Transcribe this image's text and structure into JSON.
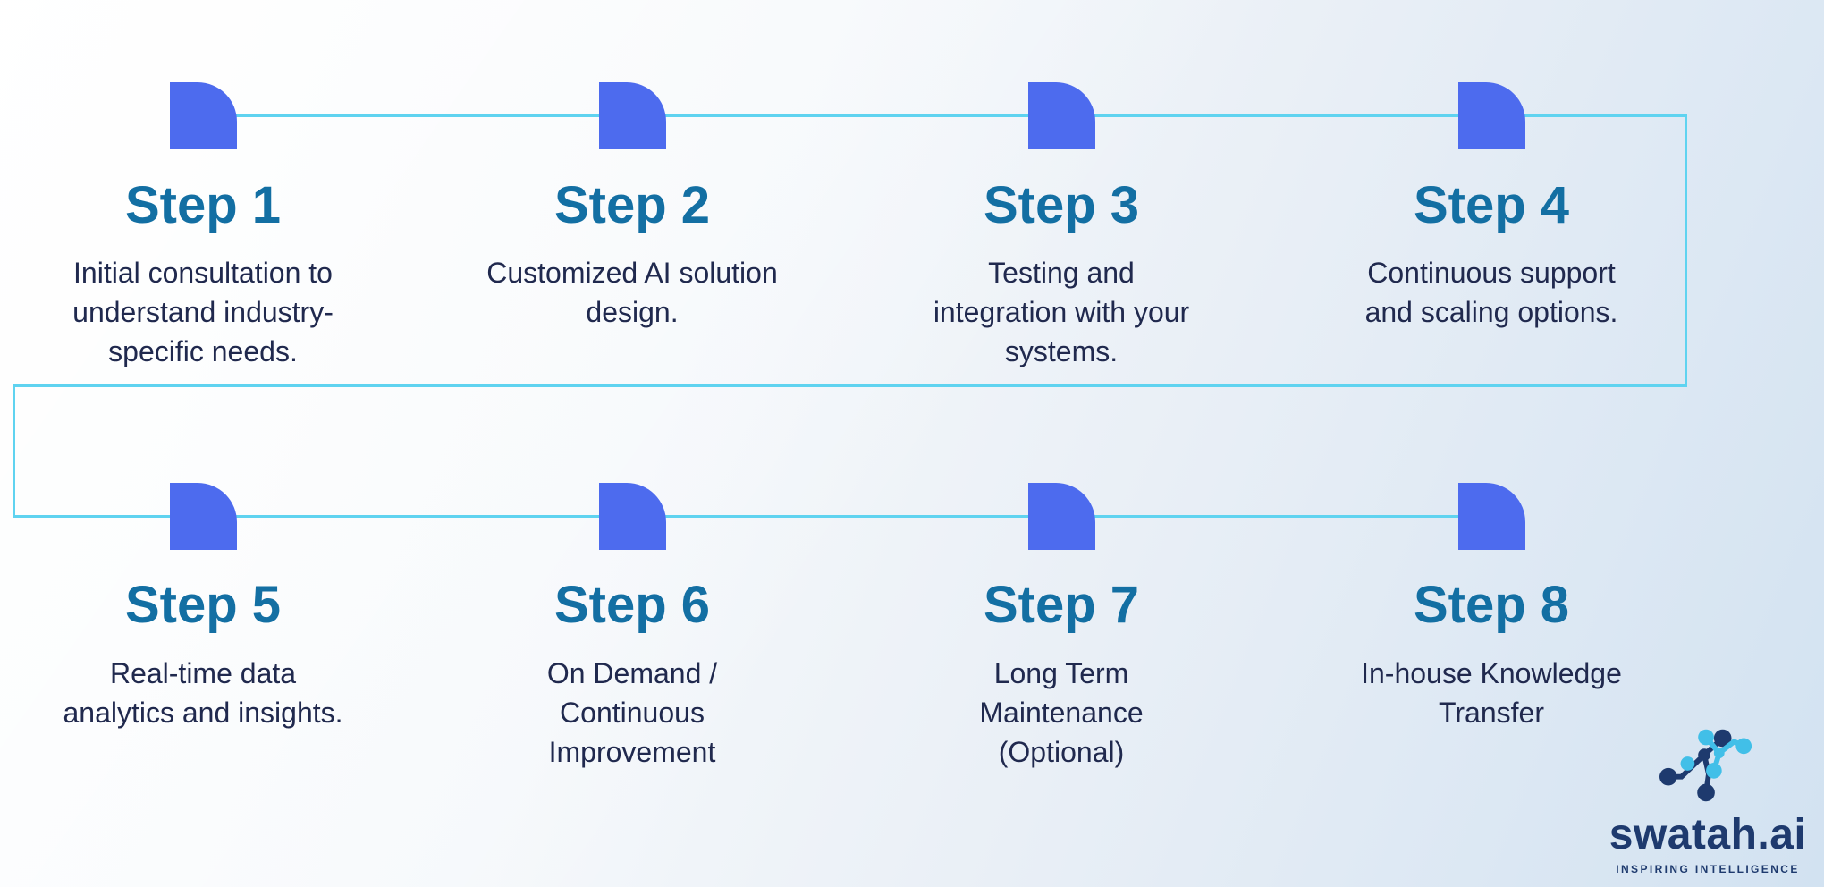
{
  "colors": {
    "icon_blue": "#4d6bee",
    "connector_cyan": "#5fd3f0",
    "step_title_blue": "#136fa3",
    "body_text_navy": "#20294e",
    "logo_navy": "#1e3a6e",
    "logo_light_blue": "#41bfe8",
    "background_tint": "#d2e2f1"
  },
  "steps": [
    {
      "title": "Step 1",
      "description": "Initial consultation to\nunderstand industry-\nspecific needs."
    },
    {
      "title": "Step 2",
      "description": "Customized AI solution\ndesign."
    },
    {
      "title": "Step 3",
      "description": "Testing and\nintegration with your\nsystems."
    },
    {
      "title": "Step 4",
      "description": "Continuous support\nand scaling options."
    },
    {
      "title": "Step 5",
      "description": "Real-time data\nanalytics and insights."
    },
    {
      "title": "Step 6",
      "description": "On Demand /\nContinuous\nImprovement"
    },
    {
      "title": "Step 7",
      "description": "Long Term\nMaintenance\n(Optional)"
    },
    {
      "title": "Step 8",
      "description": "In-house Knowledge\nTransfer"
    }
  ],
  "logo": {
    "name": "swatah.ai",
    "tagline": "INSPIRING INTELLIGENCE"
  }
}
